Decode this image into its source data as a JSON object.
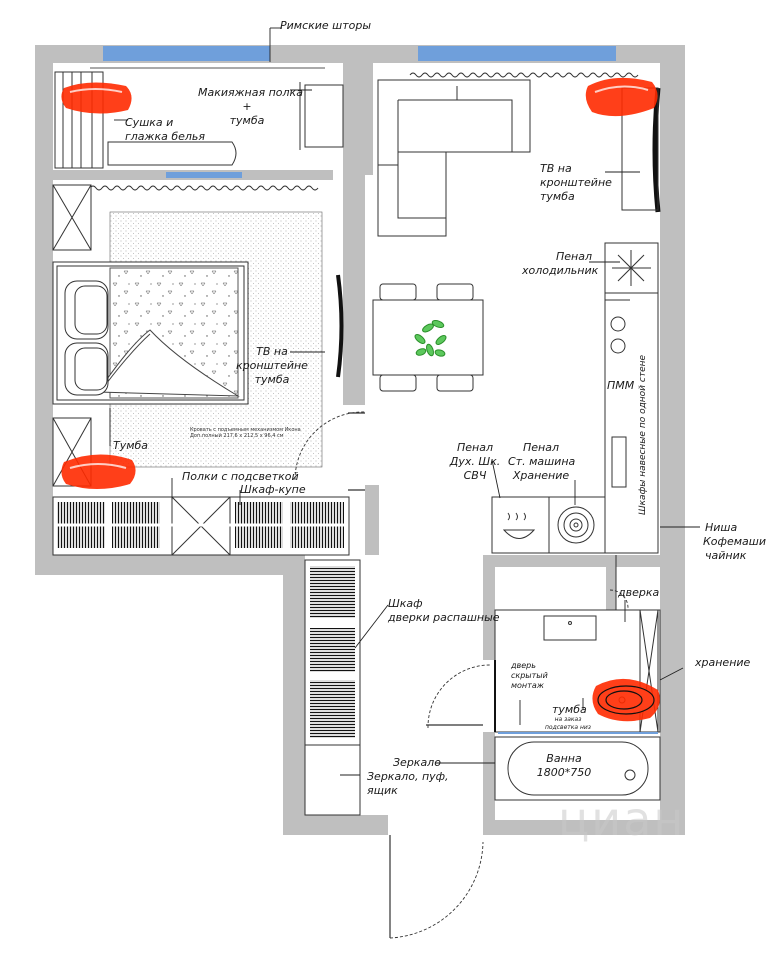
{
  "labels": {
    "roman_blinds": "Римские шторы",
    "makeup_shelf_line1": "Макияжная полка",
    "makeup_shelf_line2": "+",
    "makeup_shelf_line3": "тумба",
    "laundry_line1": "Сушка и",
    "laundry_line2": "глажка белья",
    "tv_kitchen_line1": "ТВ на",
    "tv_kitchen_line2": "кронштейне",
    "tv_kitchen_line3": "тумба",
    "fridge_line1": "Пенал",
    "fridge_line2": "холодильник",
    "tv_bedroom_line1": "ТВ на",
    "tv_bedroom_line2": "кронштейне",
    "tv_bedroom_line3": "тумба",
    "bed_note_line1": "Кровать с подъемным механизмом Икона",
    "bed_note_line2": "Доп.полный 217,6 х 212,5 х 96,4 см",
    "nightstand": "Тумба",
    "shelves_lit": "Полки с подсветкой",
    "wardrobe_coupe": "Шкаф-купе",
    "oven_line1": "Пенал",
    "oven_line2": "Дух. Шк.",
    "oven_line3": "СВЧ",
    "washer_line1": "Пенал",
    "washer_line2": "Ст. машина",
    "washer_line3": "Хранение",
    "dishwasher": "ПММ",
    "wall_cabinets": "Шкафы навесные по одной стене",
    "niche_line1": "Ниша",
    "niche_line2": "Кофемашина",
    "niche_line3": "чайник",
    "door_small": "дверка",
    "storage": "хранение",
    "wardrobe_hall_line1": "Шкаф",
    "wardrobe_hall_line2": "дверки распашные",
    "hidden_door_line1": "дверь",
    "hidden_door_line2": "скрытый",
    "hidden_door_line3": "монтаж",
    "vanity": "тумба",
    "vanity_note_line1": "на заказ",
    "vanity_note_line2": "подсветка низ",
    "mirror": "Зеркало",
    "hall_furniture_line1": "Зеркало, пуф,",
    "hall_furniture_line2": "ящик",
    "bath_line1": "Ванна",
    "bath_line2": "1800*750"
  },
  "watermark": "циан",
  "colors": {
    "wall": "#bfbfbf",
    "window": "#6f9fdb",
    "marker": "#ff2a00",
    "line": "#333333",
    "plant": "#3cb23c"
  }
}
